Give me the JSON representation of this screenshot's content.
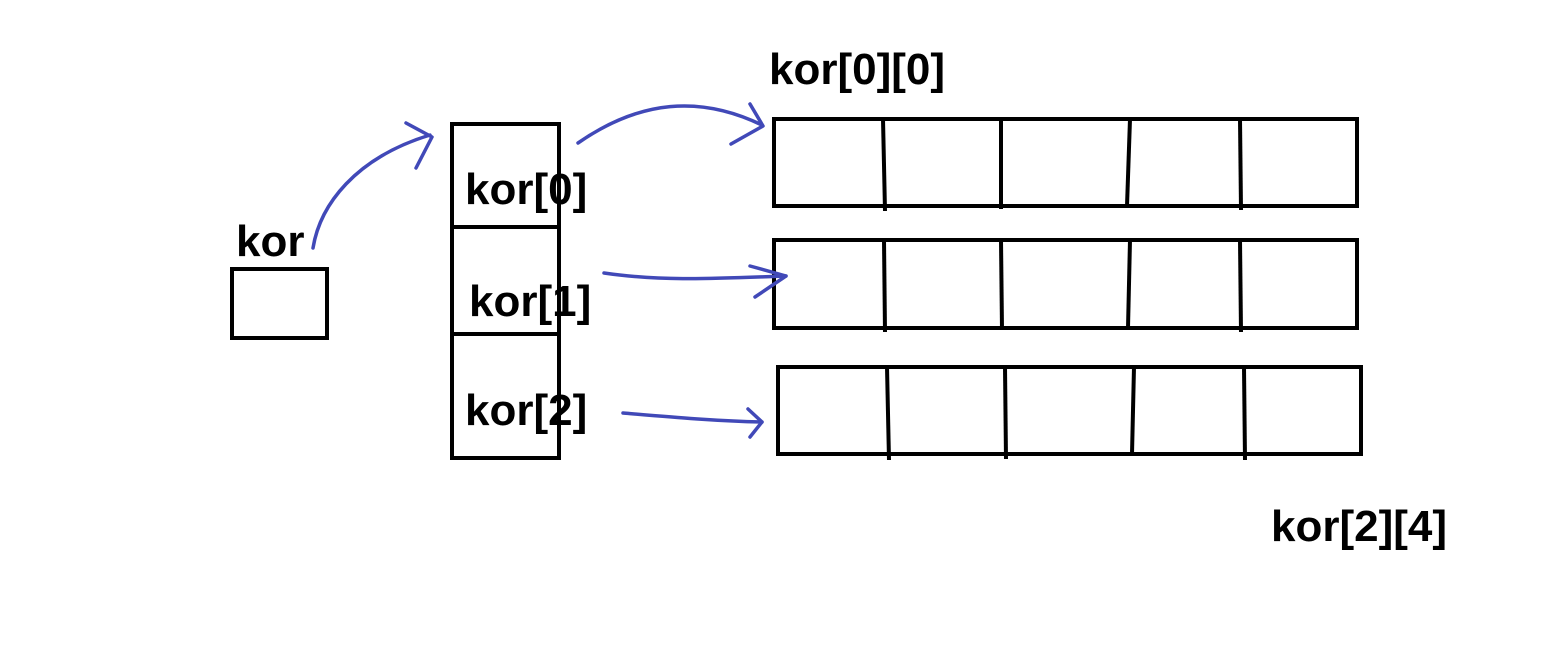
{
  "labels": {
    "pointer": "kor",
    "row0": "kor[0]",
    "row1": "kor[1]",
    "row2": "kor[2]",
    "first_element": "kor[0][0]",
    "last_element": "kor[2][4]"
  },
  "arrays": {
    "rows": 3,
    "columns_per_row": 5
  },
  "colors": {
    "arrow": "#4149b8",
    "outline": "#000000",
    "background": "#ffffff"
  }
}
